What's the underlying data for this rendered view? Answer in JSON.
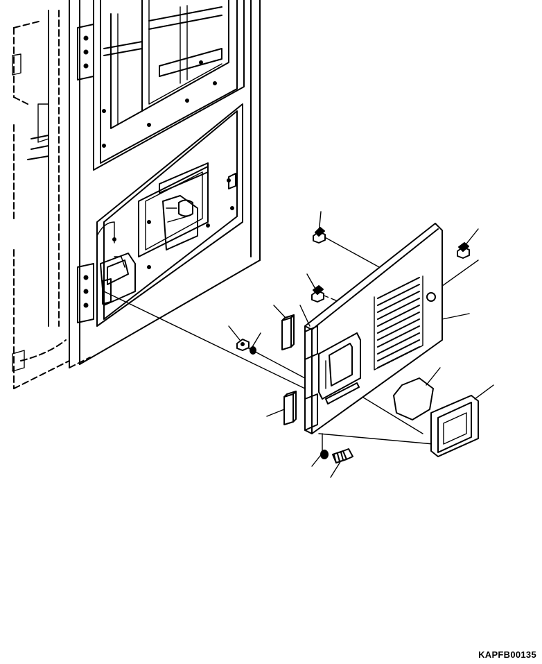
{
  "drawing": {
    "code": "KAPFB00135",
    "background": "#ffffff",
    "line_color": "#000000"
  },
  "parts": [
    "cab-frame",
    "door-opening",
    "side-panel-with-handle",
    "cover-plate-with-louvers",
    "gasket",
    "vent-frame",
    "spacer-upper",
    "spacer-lower",
    "nut-top",
    "nut-right",
    "nut-middle",
    "nut-left",
    "washer-left",
    "washer-bottom",
    "bolt-bottom"
  ]
}
